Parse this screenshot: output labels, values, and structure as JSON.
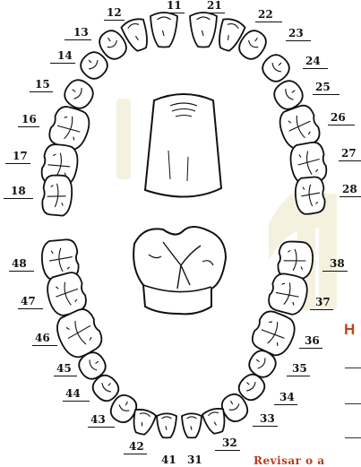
{
  "labels": {
    "t11": "11",
    "t12": "12",
    "t13": "13",
    "t14": "14",
    "t15": "15",
    "t16": "16",
    "t17": "17",
    "t18": "18",
    "t21": "21",
    "t22": "22",
    "t23": "23",
    "t24": "24",
    "t25": "25",
    "t26": "26",
    "t27": "27",
    "t28": "28",
    "t31": "31",
    "t32": "32",
    "t33": "33",
    "t34": "34",
    "t35": "35",
    "t36": "36",
    "t37": "37",
    "t38": "38",
    "t41": "41",
    "t42": "42",
    "t43": "43",
    "t44": "44",
    "t45": "45",
    "t46": "46",
    "t47": "47",
    "t48": "48"
  },
  "side_heading": "H",
  "bottom_text": "Revisar o a",
  "colors": {
    "accent": "#c8401a",
    "ink": "#111111",
    "watermark": "#f3f1dd"
  }
}
